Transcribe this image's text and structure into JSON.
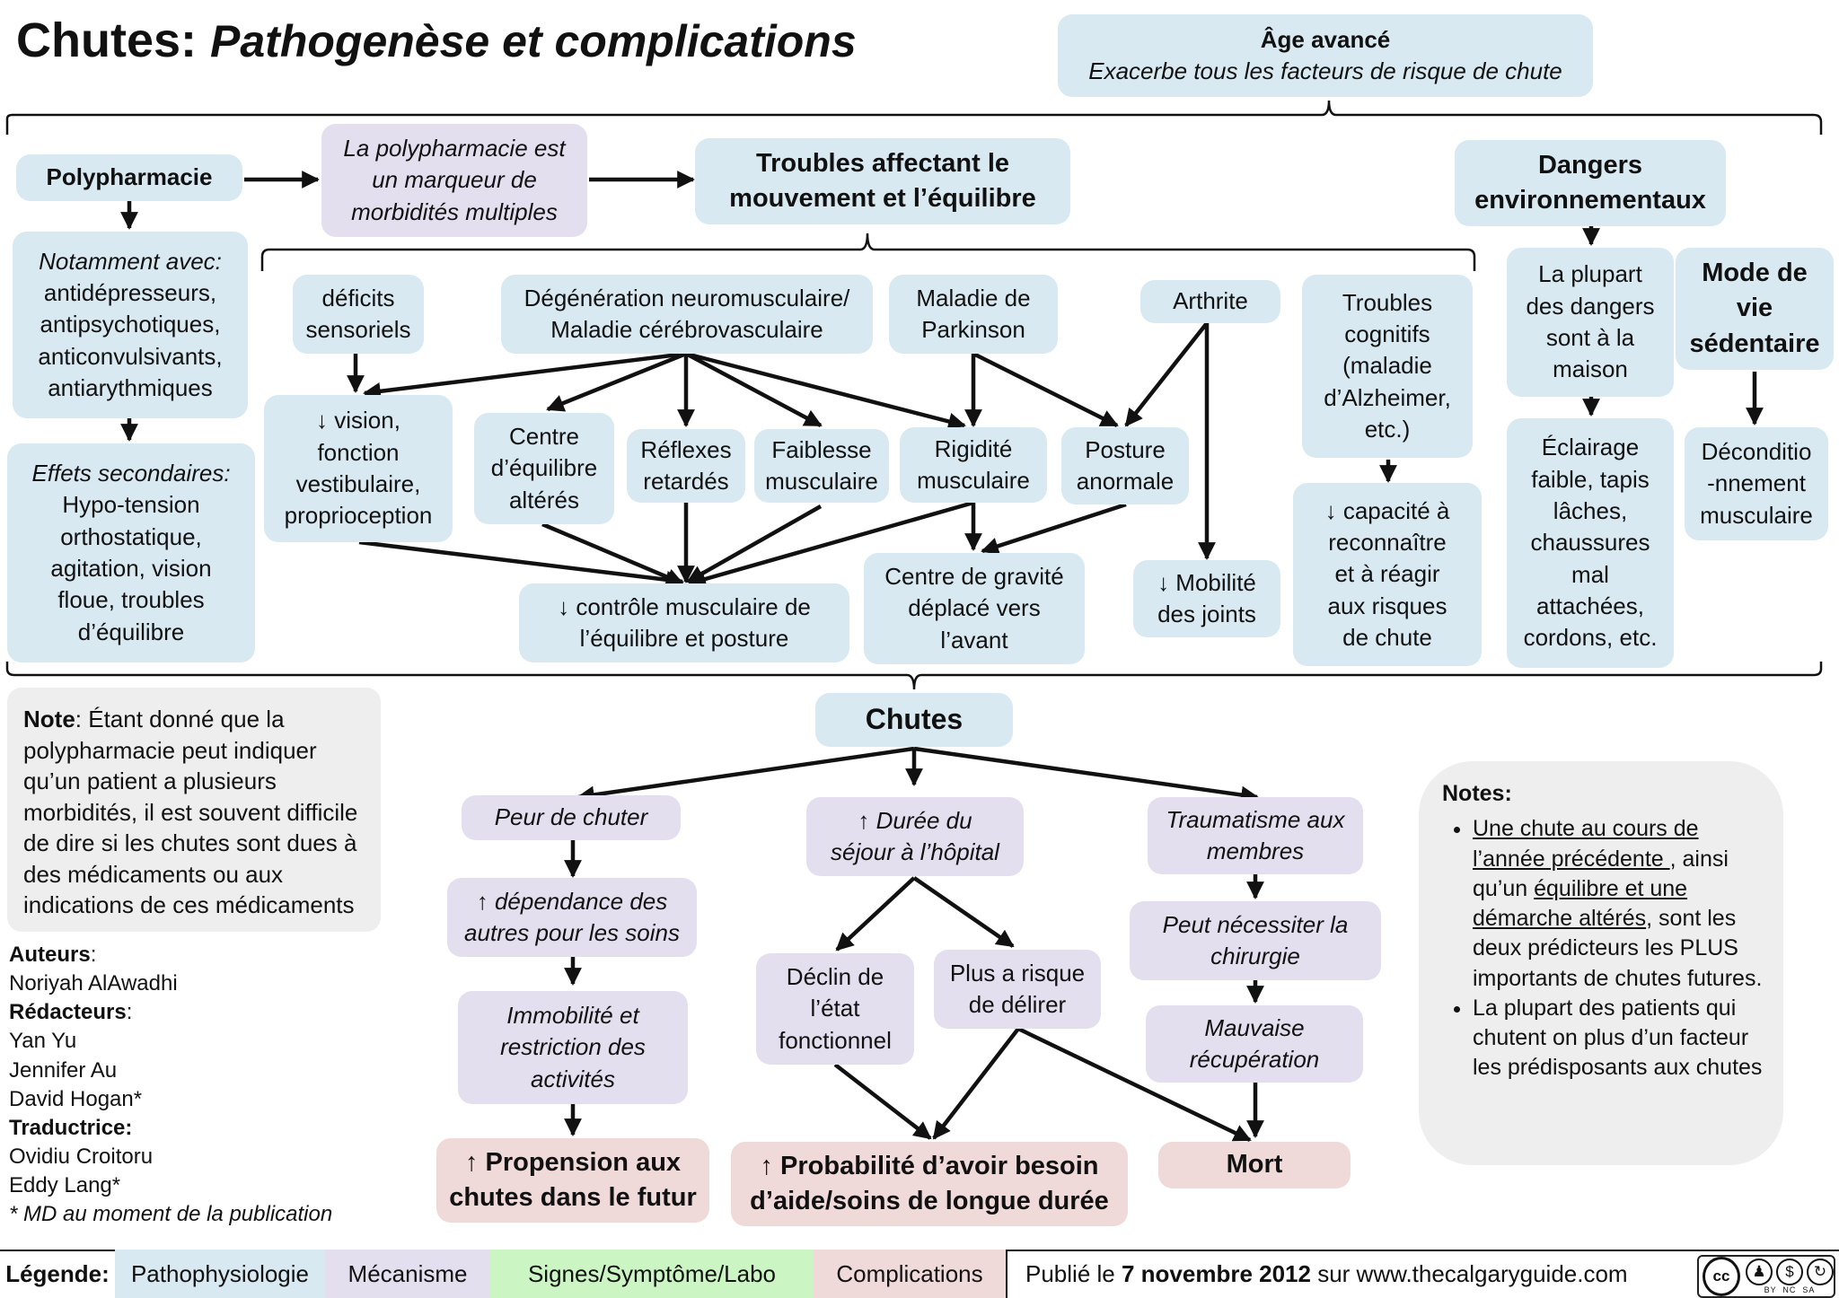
{
  "title": {
    "main": "Chutes:",
    "sub": "Pathogenèse et complications"
  },
  "top": {
    "age_title": "Âge avancé",
    "age_sub": "Exacerbe tous les facteurs de risque de chute"
  },
  "poly": {
    "title": "Polypharmacie",
    "marker": [
      "La polypharmacie est",
      "un marqueur de",
      "morbidités multiples"
    ],
    "notamment_head": "Notamment avec:",
    "notamment_lines": [
      "antidépresseurs,",
      "antipsychotiques,",
      "anticonvulsivants,",
      "antiarythmiques"
    ],
    "effets_head": "Effets secondaires:",
    "effets_lines": [
      "Hypo-tension",
      "orthostatique,",
      "agitation, vision",
      "floue, troubles",
      "d’équilibre"
    ]
  },
  "troubles": {
    "title_lines": [
      "Troubles affectant le",
      "mouvement et l’équilibre"
    ]
  },
  "deficits": [
    "déficits",
    "sensoriels"
  ],
  "degen": [
    "Dégénération neuromusculaire/",
    "Maladie cérébrovasculaire"
  ],
  "parkinson": [
    "Maladie de",
    "Parkinson"
  ],
  "arthrite": "Arthrite",
  "cognitifs": [
    "Troubles",
    "cognitifs",
    "(maladie",
    "d’Alzheimer,",
    "etc.)"
  ],
  "vision": [
    "↓ vision,",
    "fonction",
    "vestibulaire,",
    "proprioception"
  ],
  "centre_eq": [
    "Centre",
    "d’équilibre",
    "altérés"
  ],
  "reflexes": [
    "Réflexes",
    "retardés"
  ],
  "faiblesse": [
    "Faiblesse",
    "musculaire"
  ],
  "rigidite": [
    "Rigidité",
    "musculaire"
  ],
  "posture": [
    "Posture",
    "anormale"
  ],
  "controle": [
    "↓ contrôle musculaire de",
    "l’équilibre et posture"
  ],
  "gravite": [
    "Centre de gravité",
    "déplacé vers",
    "l’avant"
  ],
  "mobilite": [
    "↓ Mobilité",
    "des joints"
  ],
  "capacite": [
    "↓ capacité à",
    "reconnaître",
    "et à réagir",
    "aux risques",
    "de chute"
  ],
  "dangers": {
    "title": [
      "Dangers",
      "environnementaux"
    ],
    "plupart": [
      "La plupart",
      "des dangers",
      "sont à la",
      "maison"
    ],
    "eclairage": [
      "Éclairage",
      "faible, tapis",
      "lâches,",
      "chaussures",
      "mal",
      "attachées,",
      "cordons, etc."
    ]
  },
  "sedentaire": {
    "title": [
      "Mode de",
      "vie",
      "sédentaire"
    ],
    "decond": [
      "Déconditio",
      "-nnement",
      "musculaire"
    ]
  },
  "chutes": "Chutes",
  "peur": "Peur de chuter",
  "dependance": [
    "↑ dépendance des",
    "autres pour les soins"
  ],
  "immobilite": [
    "Immobilité et",
    "restriction des",
    "activités"
  ],
  "propension": [
    "↑  Propension aux",
    "chutes dans le futur"
  ],
  "duree": [
    "↑  Durée du",
    "séjour à l’hôpital"
  ],
  "declin": [
    "Déclin de",
    "l’état",
    "fonctionnel"
  ],
  "delirer": [
    "Plus a risque",
    "de délirer"
  ],
  "probabilite": [
    "↑  Probabilité d’avoir besoin",
    "d’aide/soins de longue durée"
  ],
  "trauma": [
    "Traumatisme aux",
    "membres"
  ],
  "chirurgie": [
    "Peut nécessiter la",
    "chirurgie"
  ],
  "recuperation": [
    "Mauvaise",
    "récupération"
  ],
  "mort": "Mort",
  "note": {
    "label": "Note",
    "text": ": Étant donné que la polypharmacie peut indiquer qu’un patient a plusieurs morbidités, il est souvent difficile de dire si les chutes sont dues à des médicaments ou aux indications de ces médicaments"
  },
  "authors": {
    "auteurs_label": "Auteurs",
    "auteurs": [
      "Noriyah AlAwadhi"
    ],
    "redacteurs_label": "Rédacteurs",
    "redacteurs": [
      "Yan Yu",
      "Jennifer Au",
      "David Hogan*"
    ],
    "traductrice_label": "Traductrice:",
    "traductrice": [
      "Ovidiu Croitoru",
      "Eddy Lang*"
    ],
    "footnote": "* MD au moment de la publication"
  },
  "notes": {
    "label": "Notes",
    "b1_u1": "Une chute au cours de l’année précédente ",
    "b1_t1": ", ainsi qu’un ",
    "b1_u2": "équilibre et une démarche altérés",
    "b1_t2": ", sont les deux prédicteurs les PLUS importants de chutes futures.",
    "b2": "La plupart des patients qui chutent on plus d’un facteur les prédisposants aux chutes"
  },
  "legend": {
    "label": "Légende:",
    "patho": "Pathophysiologie",
    "mech": "Mécanisme",
    "signs": "Signes/Symptôme/Labo",
    "comp": "Complications",
    "pub_pre": "Publié le ",
    "pub_date": "7 novembre 2012",
    "pub_post": " sur www.thecalgaryguide.com",
    "cc": "cc",
    "cc_sub": "BY  NC  SA"
  },
  "colors": {
    "patho": "#d9e9f1",
    "mech": "#e4dfee",
    "signs": "#ccf5c4",
    "comp": "#f0d9d9",
    "note_bg": "#eeeeee"
  }
}
